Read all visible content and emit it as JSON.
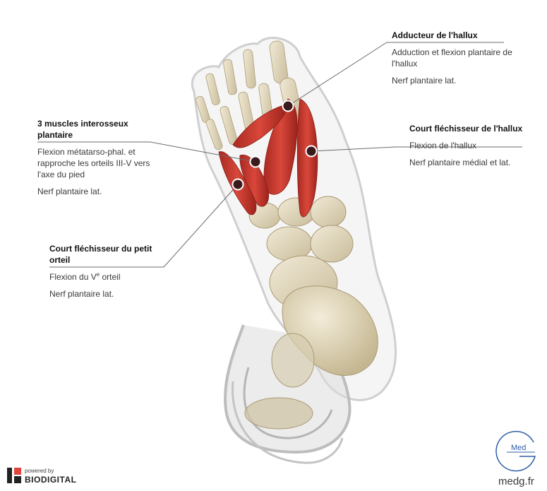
{
  "labels": {
    "adducteur": {
      "title": "Adducteur de l'hallux",
      "description": "Adduction et flexion plantaire de l'hallux",
      "nerve": "Nerf plantaire lat."
    },
    "interosseux": {
      "title": "3 muscles interosseux plantaire",
      "description": "Flexion métatarso-phal. et rapproche les orteils III-V vers l'axe du pied",
      "nerve": "Nerf plantaire lat."
    },
    "court_hallux": {
      "title": "Court fléchisseur de l'hallux",
      "description": "Flexion de l'hallux",
      "nerve": "Nerf plantaire médial et lat."
    },
    "petit_orteil": {
      "title": "Court fléchisseur du petit orteil",
      "description_prefix": "Flexion du V",
      "description_sup": "e",
      "description_suffix": " orteil",
      "nerve": "Nerf plantaire lat."
    }
  },
  "branding": {
    "powered_by": "powered by",
    "brand": "BIODIGITAL",
    "logo_text": "Med",
    "site": "medg.fr"
  },
  "colors": {
    "muscle": "#c0392b",
    "bone": "#e6dcc2",
    "skin_outline": "#d9d9d9",
    "marker": "#3a1a1a",
    "logo_blue": "#2f5fa8"
  }
}
